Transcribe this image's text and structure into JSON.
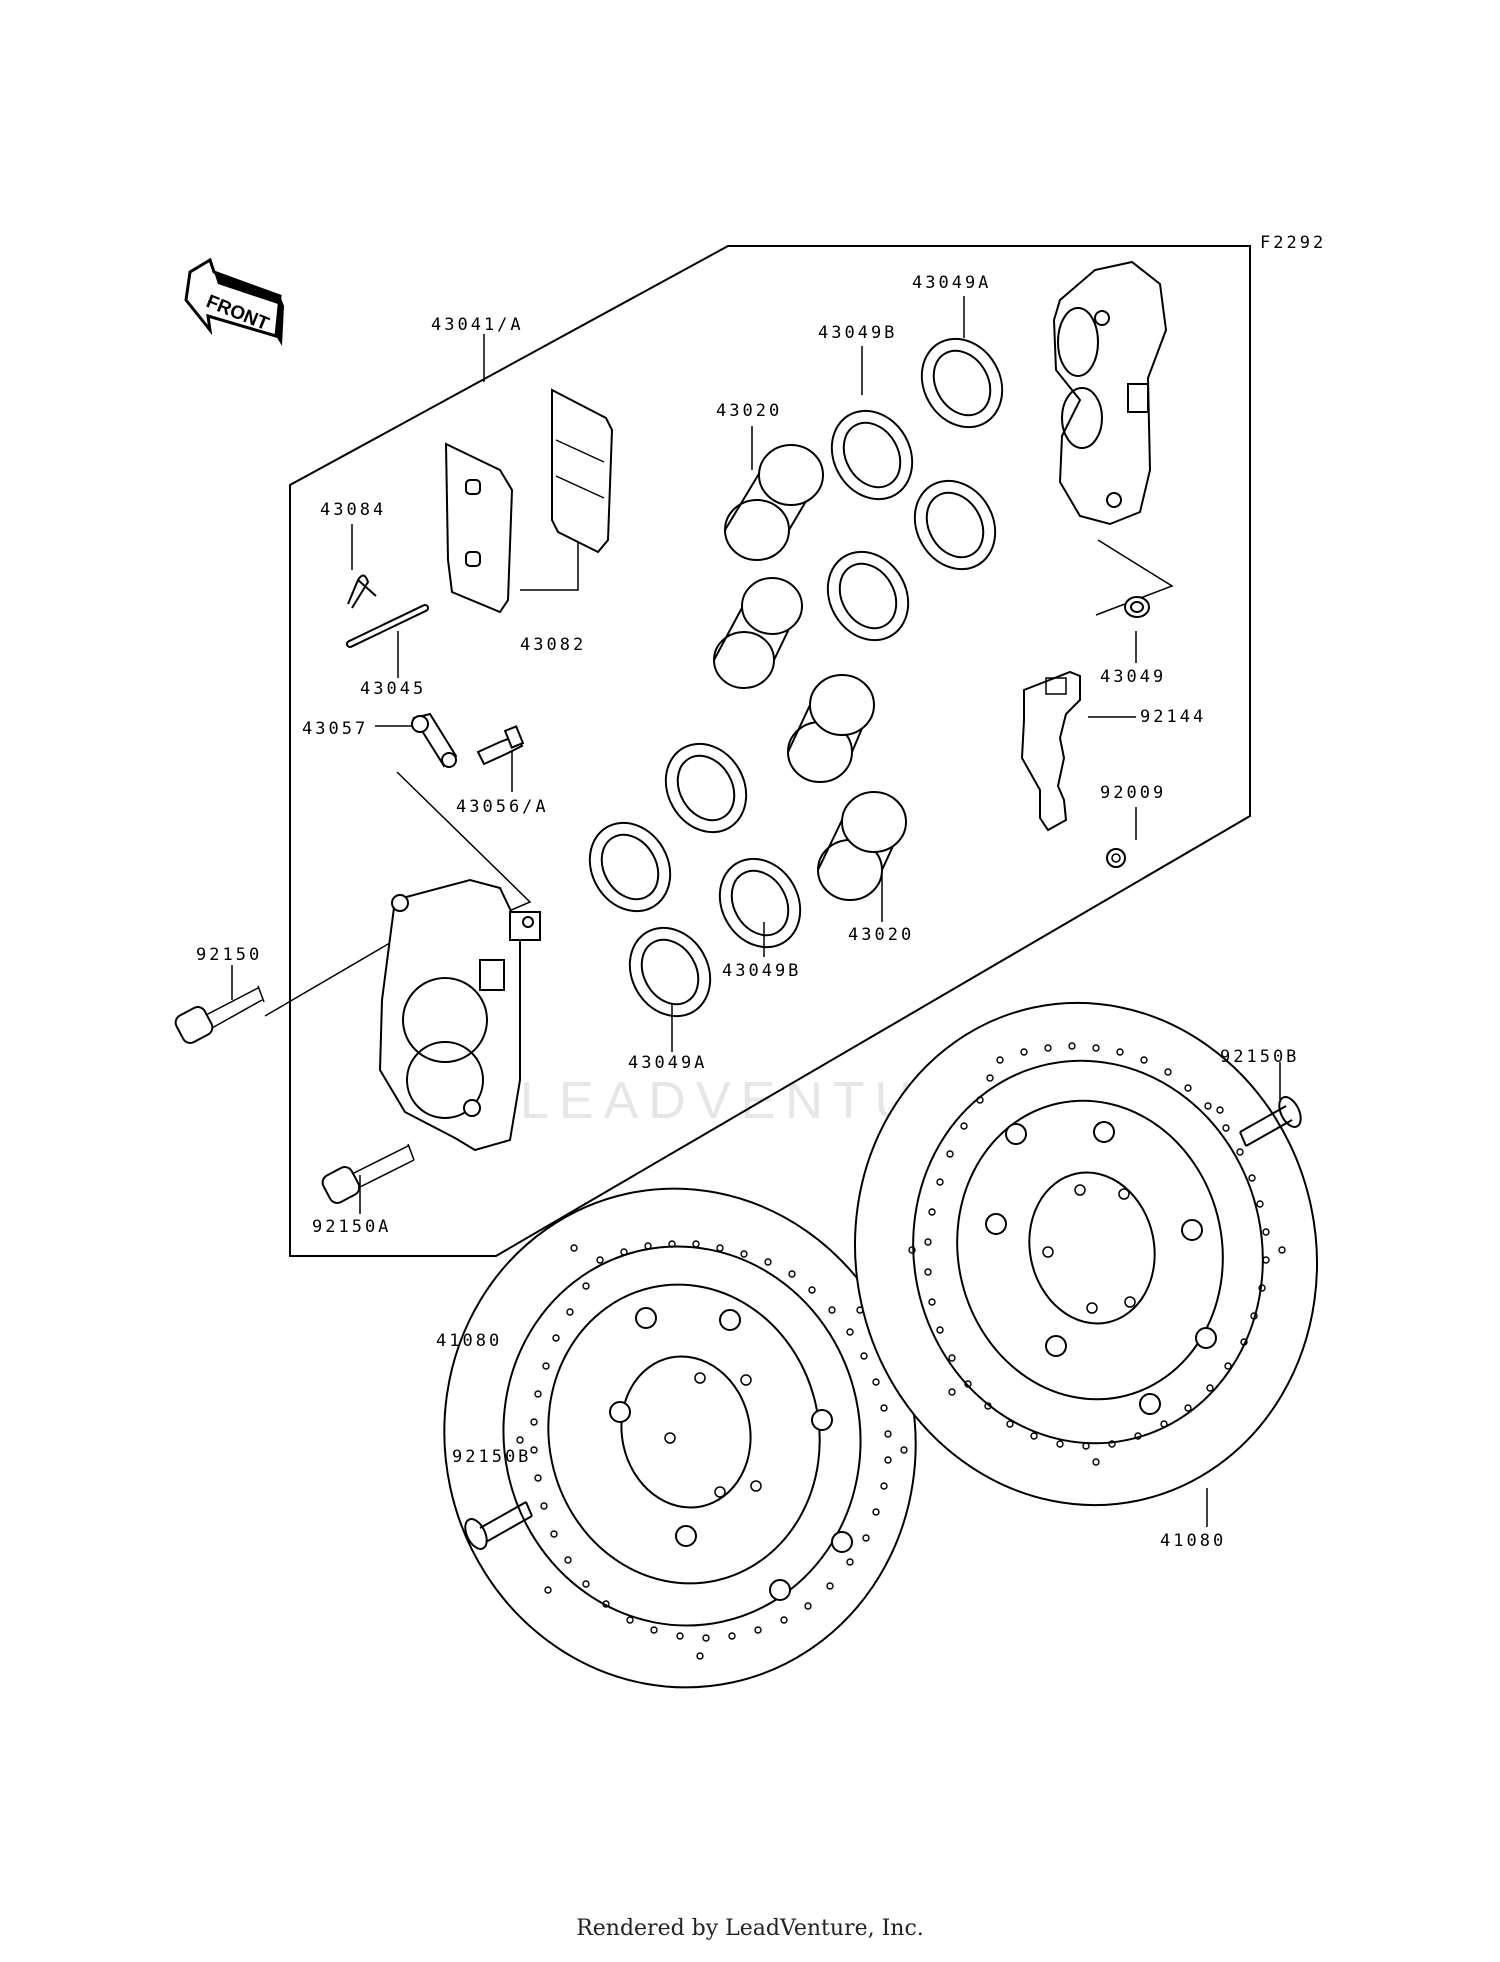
{
  "diagram_code": "F2292",
  "front_label": "FRONT",
  "watermark": "LEADVENTURE",
  "footer": "Rendered by LeadVenture, Inc.",
  "parts": {
    "caliper_assy": "43041/A",
    "pin_clip": "43084",
    "pad_set": "43082",
    "pad_pin": "43045",
    "bleeder_cap": "43057",
    "bleeder_valve": "43056/A",
    "piston_top": "43020",
    "seal_b_top": "43049B",
    "seal_a_top": "43049A",
    "piston_bottom": "43020",
    "seal_b_bottom": "43049B",
    "seal_a_bottom": "43049A",
    "o_ring": "43049",
    "bracket": "92144",
    "bracket_bolt": "92009",
    "caliper_bolt": "92150",
    "caliper_bolt_a": "92150A",
    "disc_bolt_right": "92150B",
    "disc_bolt_left": "92150B",
    "disc_left": "41080",
    "disc_right": "41080"
  }
}
